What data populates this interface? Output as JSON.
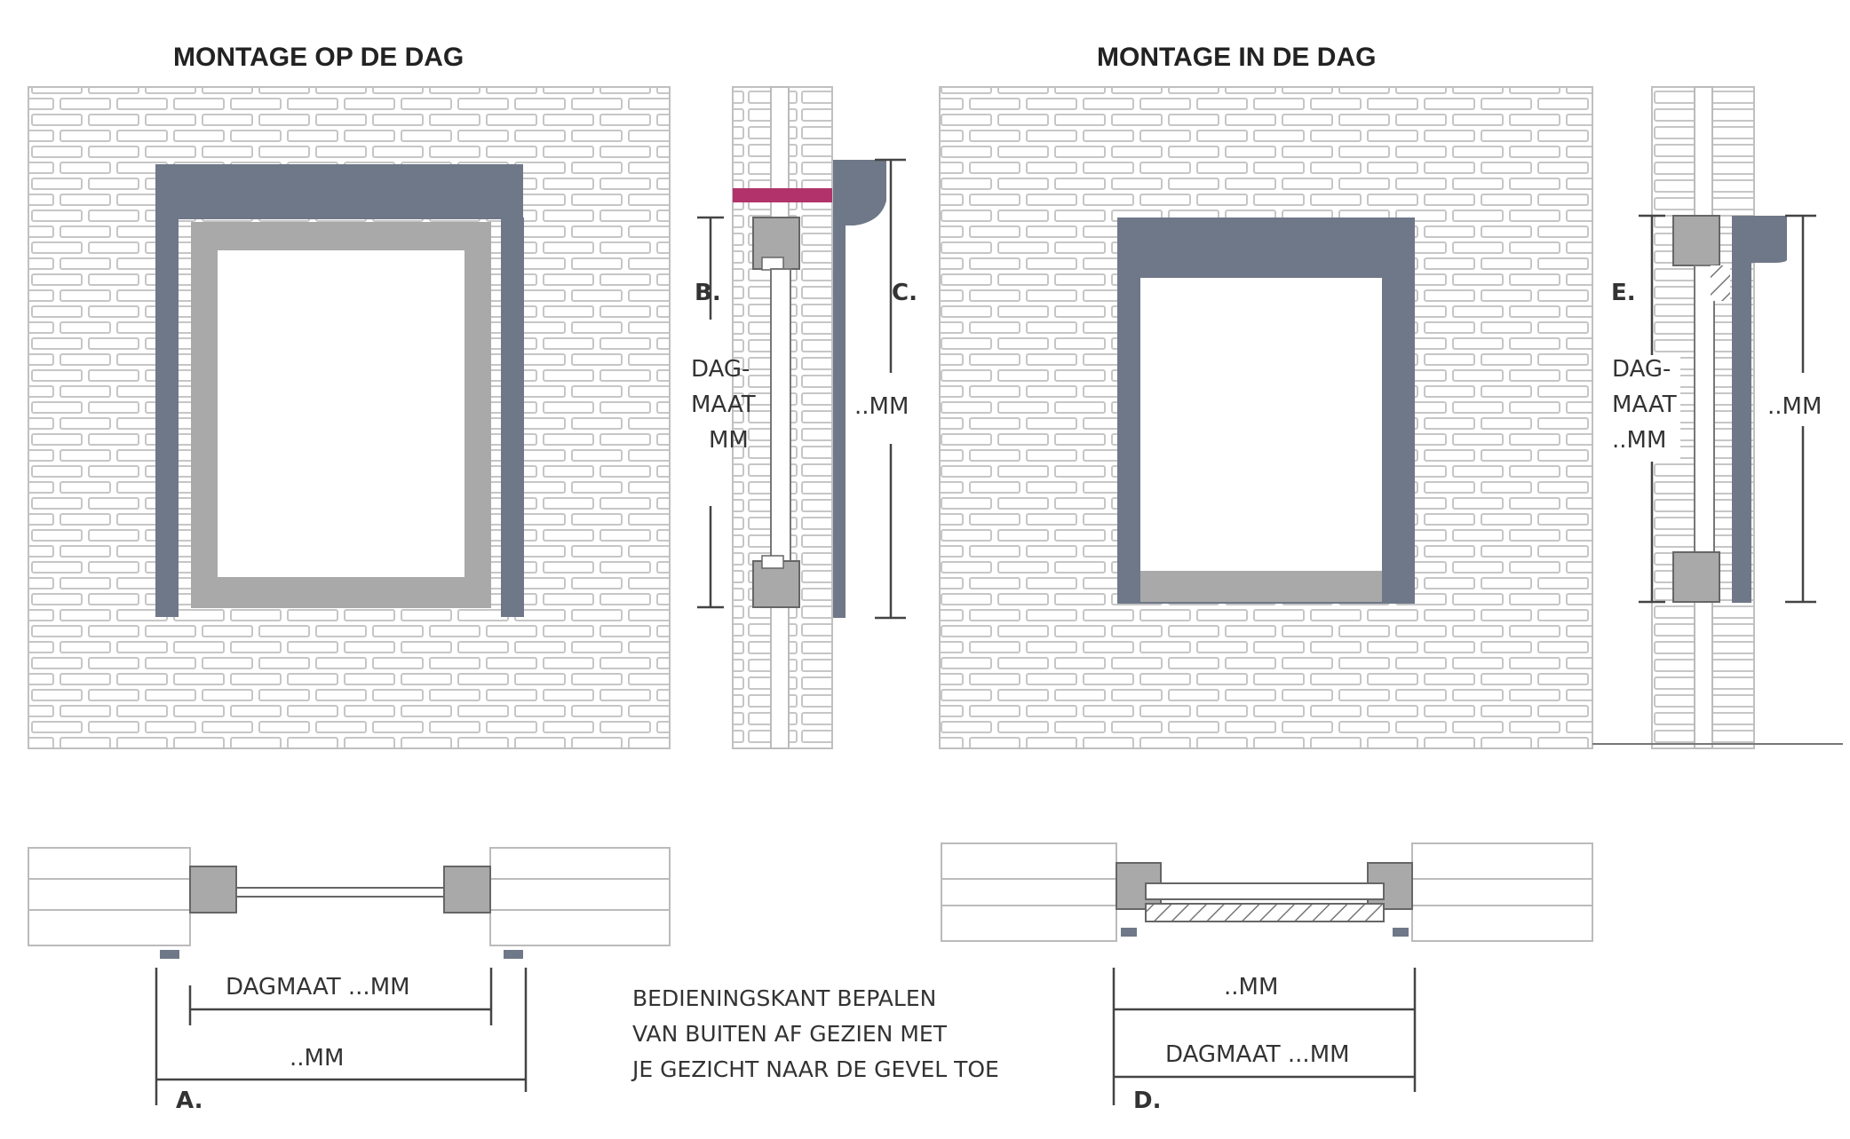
{
  "titles": {
    "left": "MONTAGE OP DE DAG",
    "right": "MONTAGE IN DE DAG"
  },
  "side_left": {
    "label_b": "B.",
    "label_c": "C.",
    "dagmaat_lines": [
      "DAG-",
      "MAAT",
      "MM"
    ],
    "mm": "..MM"
  },
  "side_right": {
    "label_e": "E.",
    "dagmaat_lines": [
      "DAG-",
      "MAAT",
      "..MM"
    ],
    "mm": "..MM"
  },
  "plan_left": {
    "dagmaat": "DAGMAAT ...MM",
    "mm": "..MM",
    "label_a": "A."
  },
  "plan_right": {
    "mm": "..MM",
    "dagmaat": "DAGMAAT ...MM",
    "label_d": "D."
  },
  "note_lines": [
    "BEDIENINGSKANT BEPALEN",
    "VAN BUITEN AF GEZIEN MET",
    "JE GEZICHT NAAR DE GEVEL TOE"
  ],
  "colors": {
    "brick_line": "#c9c9c9",
    "frame_gray": "#a9a9a9",
    "shutter_blue": "#6f7888",
    "seal_magenta": "#b2336b",
    "ink": "#333333"
  }
}
